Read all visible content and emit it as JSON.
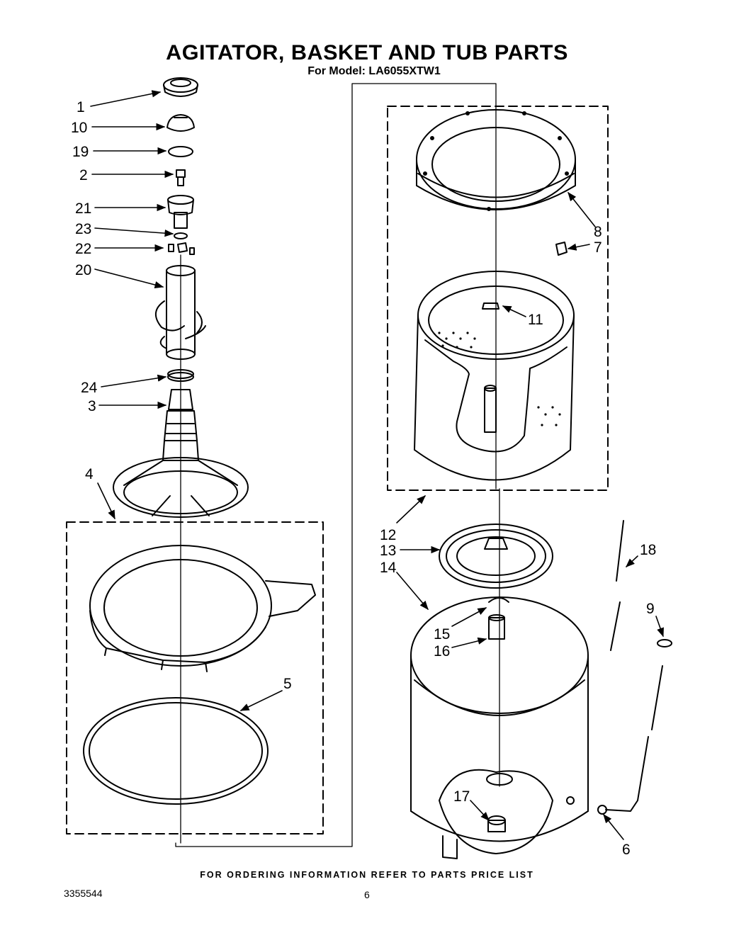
{
  "header": {
    "title": "AGITATOR, BASKET AND TUB PARTS",
    "subtitle": "For Model: LA6055XTW1"
  },
  "footer": {
    "note": "FOR ORDERING INFORMATION REFER TO PARTS PRICE LIST",
    "doc_number": "3355544",
    "page_number": "6"
  },
  "callouts": {
    "n1": "1",
    "n10": "10",
    "n19": "19",
    "n2": "2",
    "n21": "21",
    "n23": "23",
    "n22": "22",
    "n20": "20",
    "n24": "24",
    "n3": "3",
    "n4": "4",
    "n5": "5",
    "n8": "8",
    "n7": "7",
    "n11": "11",
    "n12": "12",
    "n13": "13",
    "n14": "14",
    "n18": "18",
    "n15": "15",
    "n16": "16",
    "n9": "9",
    "n17": "17",
    "n6": "6"
  },
  "colors": {
    "ink": "#000000",
    "paper": "#ffffff"
  }
}
